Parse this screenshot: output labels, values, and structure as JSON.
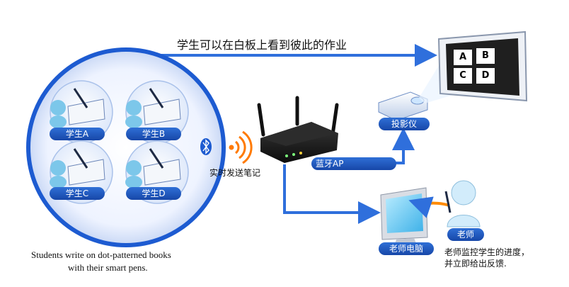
{
  "top_caption": "学生可以在白板上看到彼此的作业",
  "students": [
    {
      "label": "学生A"
    },
    {
      "label": "学生B"
    },
    {
      "label": "学生C"
    },
    {
      "label": "学生D"
    }
  ],
  "bluetooth_icon": "bluetooth-icon",
  "send_label": "实时发送笔记",
  "ap_label": "蓝牙AP",
  "projector_label": "投影仪",
  "board_cells": [
    "A",
    "B",
    "C",
    "D"
  ],
  "pc_label": "老师电脑",
  "teacher_label": "老师",
  "teacher_desc_line1": "老师监控学生的进度，",
  "teacher_desc_line2": "并立即给出反馈.",
  "students_desc_line1": "Students write on dot-patterned books",
  "students_desc_line2": "with their smart pens.",
  "colors": {
    "accent": "#1d5bd1",
    "pill": "#1747a8",
    "arrow": "#2f6fdc",
    "signal": "#ff7a00"
  }
}
